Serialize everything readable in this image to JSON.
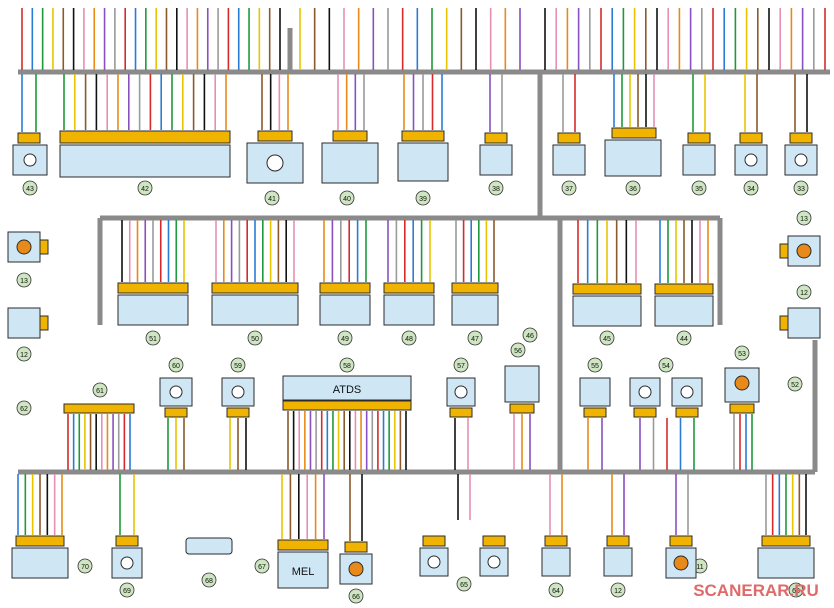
{
  "diagram": {
    "atds_label": "ATDS",
    "mel_label": "MEL",
    "watermark": "SCANERAR.RU",
    "component_numbers": {
      "c43": "43",
      "c42": "42",
      "c41": "41",
      "c40": "40",
      "c39": "39",
      "c38": "38",
      "c37": "37",
      "c36": "36",
      "c35": "35",
      "c34": "34",
      "c33": "33",
      "c13l": "13",
      "c13r": "13",
      "c12l": "12",
      "c12r": "12",
      "c12b": "12",
      "c51": "51",
      "c50": "50",
      "c49": "49",
      "c48": "48",
      "c47": "47",
      "c46": "46",
      "c45": "45",
      "c44": "44",
      "c62": "62",
      "c61": "61",
      "c60": "60",
      "c59": "59",
      "c58": "58",
      "c57": "57",
      "c56": "56",
      "c55": "55",
      "c54": "54",
      "c53": "53",
      "c52": "52",
      "c70": "70",
      "c69": "69",
      "c68": "68",
      "c67": "67",
      "c66": "66",
      "c65": "65",
      "c64": "64",
      "c63": "63",
      "c11": "11"
    },
    "colors": {
      "bus": "#8a8a8a",
      "component_fill": "#cfe6f5",
      "component_stroke": "#2b2b2b",
      "connector": "#f0b400",
      "label_circle": "#cfe6c2",
      "wire_red": "#d62a2a",
      "wire_blue": "#2a7bd4",
      "wire_green": "#1e9a3c",
      "wire_yellow": "#e8c400",
      "wire_brown": "#8b5a2b",
      "wire_black": "#111111",
      "wire_pink": "#e58fb3",
      "wire_orange": "#e88a1a",
      "wire_violet": "#8a4fc0",
      "wire_grey": "#9a9a9a"
    }
  }
}
